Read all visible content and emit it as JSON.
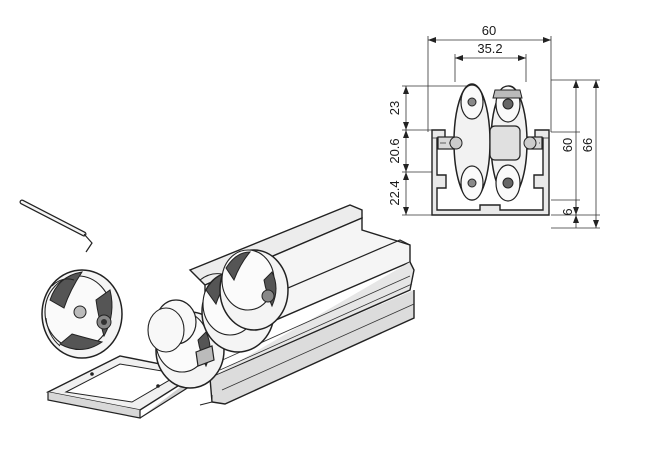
{
  "dimensions": {
    "overall_width": "60",
    "inner_width": "35.2",
    "top_height": "23",
    "mid_height": "20.6",
    "bottom_height": "22.4",
    "profile_height": "60",
    "total_height": "66",
    "base_height": "6"
  },
  "colors": {
    "line": "#222222",
    "profile_fill": "#e9e9e9",
    "roller_fill": "#f2f2f2",
    "shadow": "#9a9a9a",
    "dark": "#555555"
  }
}
